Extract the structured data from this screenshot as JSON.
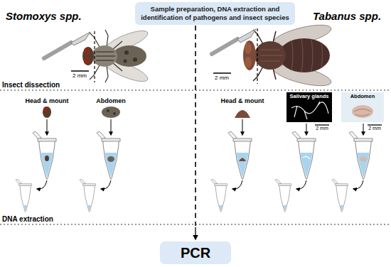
{
  "diagram": {
    "title": "Sample preparation, DNA extraction and identification of pathogens and insect species",
    "nodes": [
      {
        "text": [
          "PCR"
        ]
      }
    ],
    "labels": [
      "Stomoxys spp.",
      "Tabanus spp.",
      "2 mm",
      "2 mm",
      "Insect dissection",
      "Head & mount",
      "Abdomen",
      "Head & mount",
      "Salivary glands",
      "Abdomen",
      "2 mm",
      "2 mm",
      "DNA extraction"
    ]
  }
}
